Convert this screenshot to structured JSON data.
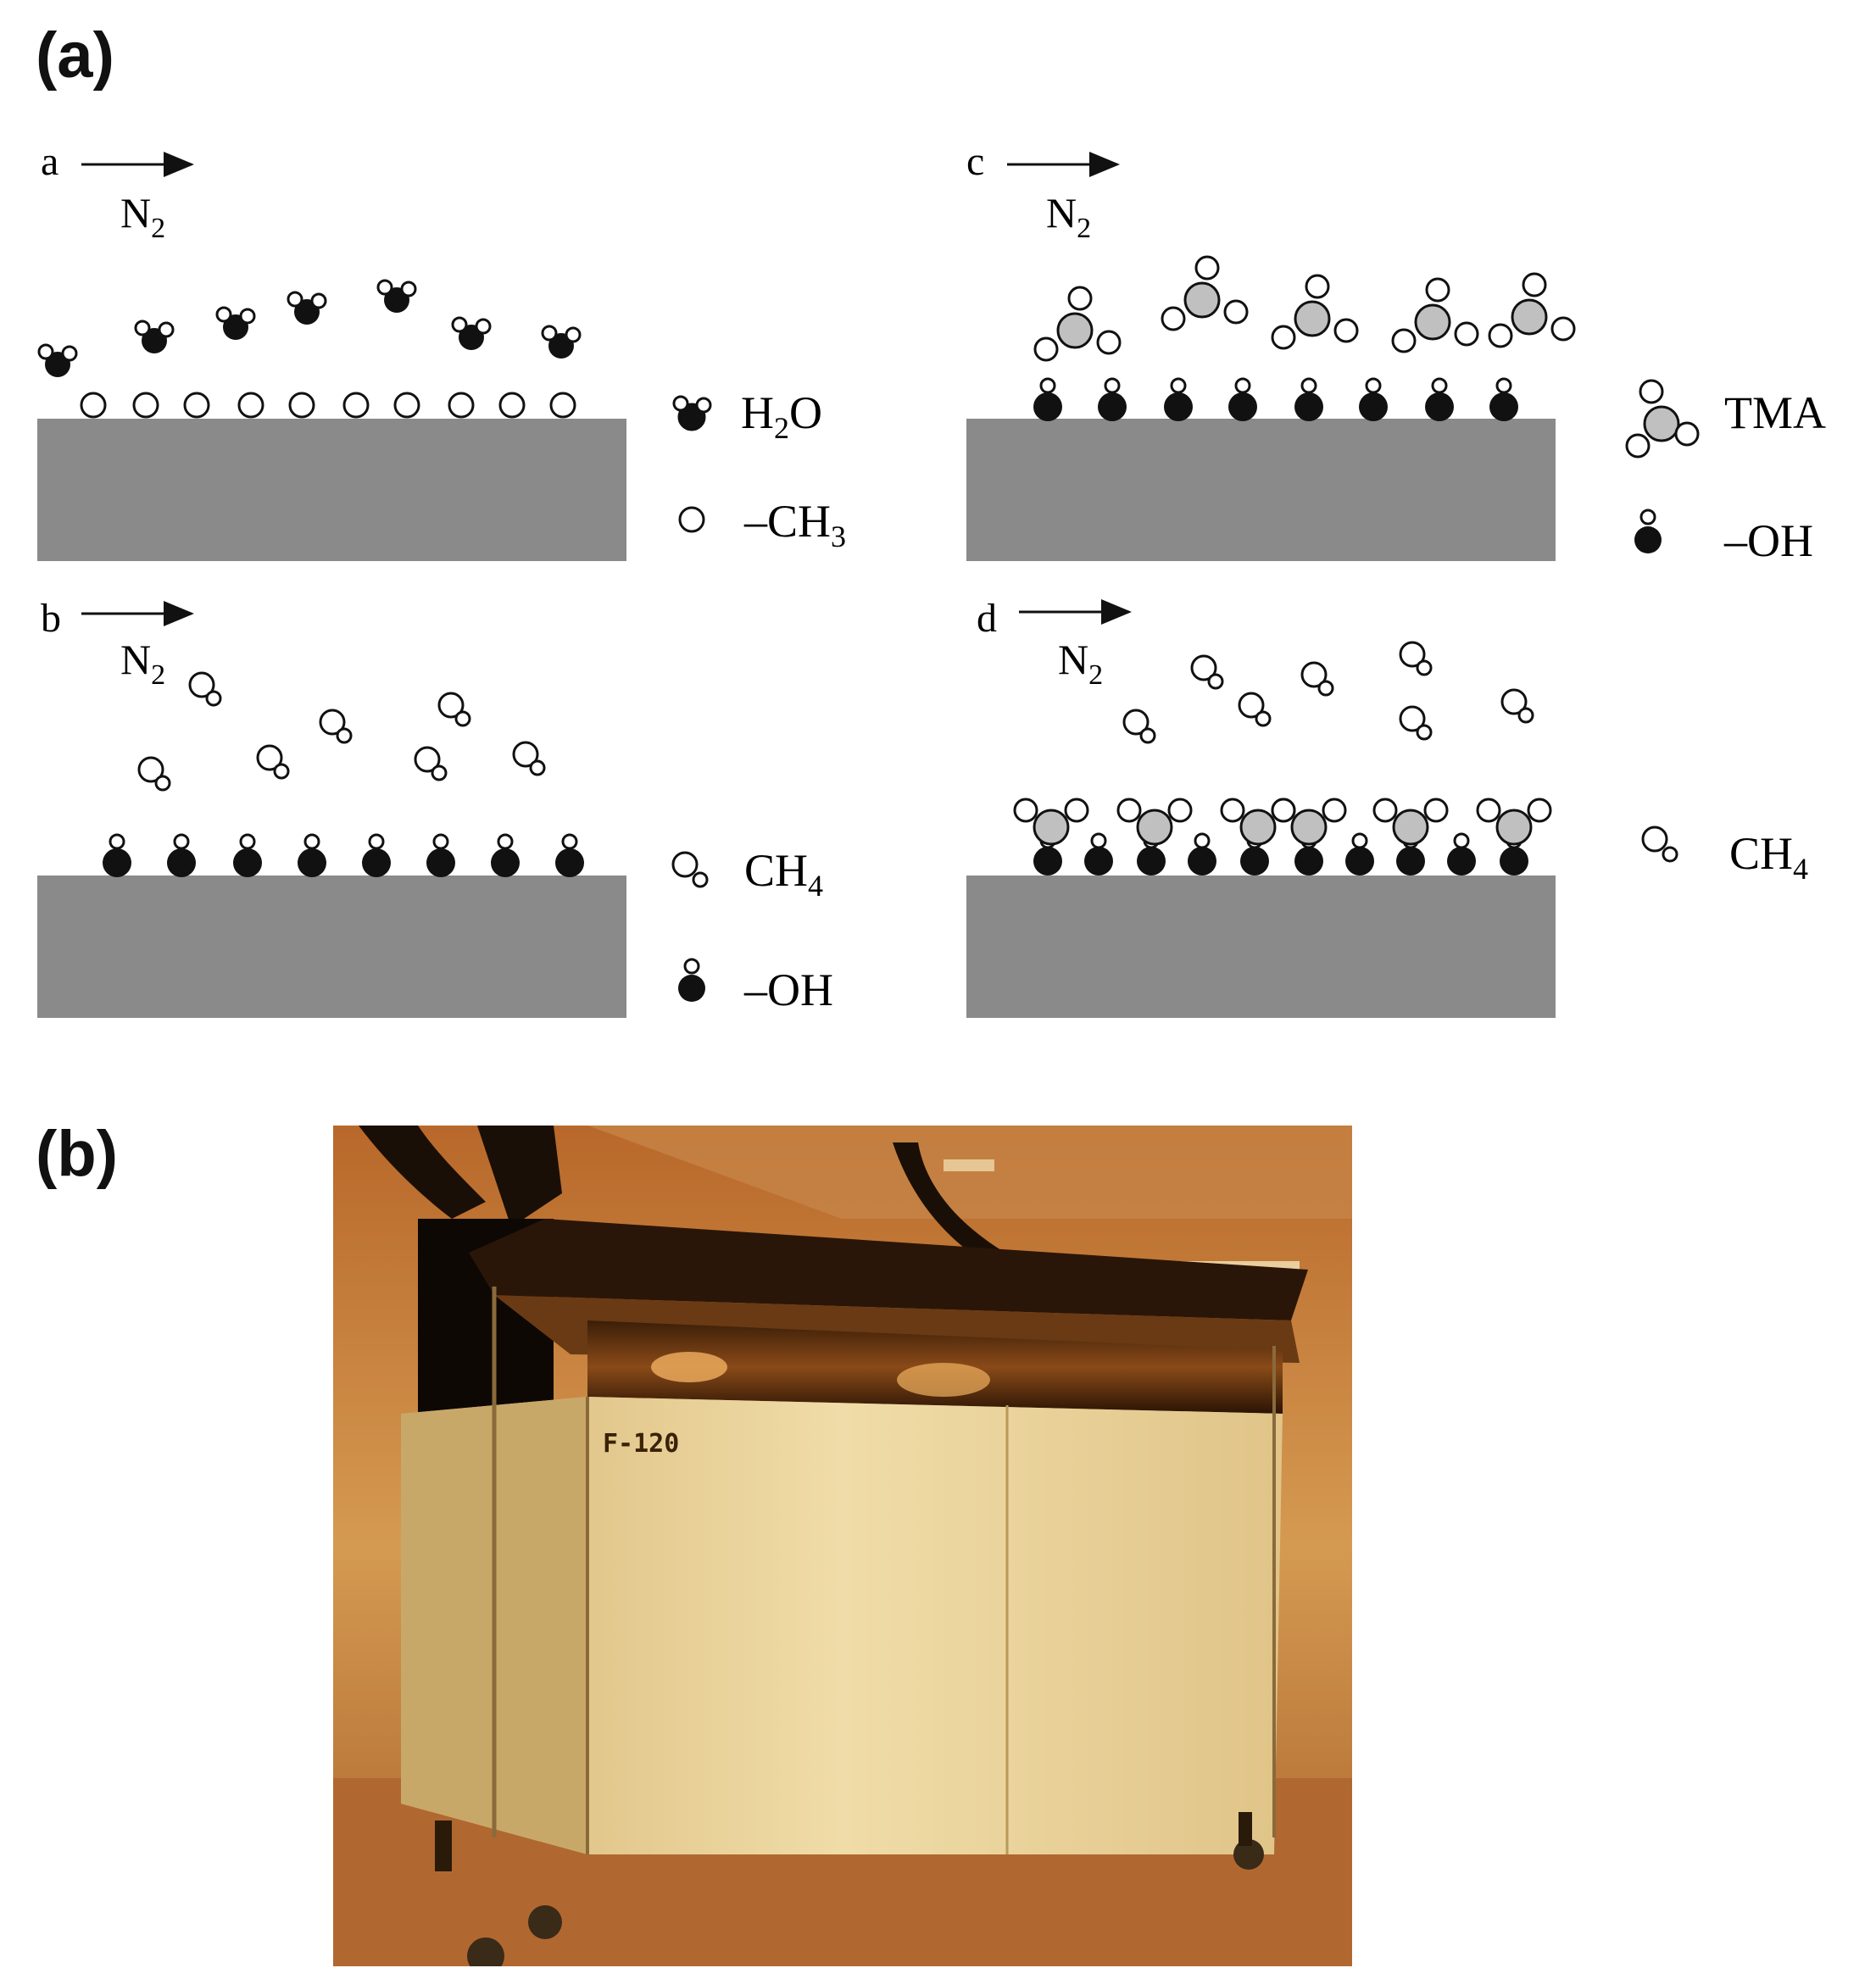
{
  "figure": {
    "panel_a_label": "(a)",
    "panel_b_label": "(b)"
  },
  "subpanels": [
    {
      "letter": "a",
      "gas": "N",
      "gas_sub": "2"
    },
    {
      "letter": "b",
      "gas": "N",
      "gas_sub": "2"
    },
    {
      "letter": "c",
      "gas": "N",
      "gas_sub": "2"
    },
    {
      "letter": "d",
      "gas": "N",
      "gas_sub": "2"
    }
  ],
  "legend": {
    "a": [
      {
        "main": "H",
        "sub": "2",
        "tail": "O",
        "icon": "water-molecule-icon"
      },
      {
        "main": "–CH",
        "sub": "3",
        "tail": "",
        "icon": "methyl-group-icon"
      }
    ],
    "b": [
      {
        "main": "CH",
        "sub": "4",
        "tail": "",
        "icon": "methane-molecule-icon"
      },
      {
        "main": "–OH",
        "sub": "",
        "tail": "",
        "icon": "hydroxyl-group-icon"
      }
    ],
    "c": [
      {
        "main": "TMA",
        "sub": "",
        "tail": "",
        "icon": "tma-molecule-icon"
      },
      {
        "main": "–OH",
        "sub": "",
        "tail": "",
        "icon": "hydroxyl-group-icon"
      }
    ],
    "d": [
      {
        "main": "CH",
        "sub": "4",
        "tail": "",
        "icon": "methane-molecule-icon"
      }
    ]
  },
  "photo": {
    "machine_label": "F-120"
  },
  "colors": {
    "substrate": "#8a8a8a",
    "metal_atom": "#c0c0c0",
    "photo_base": "#b8702c",
    "cabinet": "#e6cf96"
  }
}
